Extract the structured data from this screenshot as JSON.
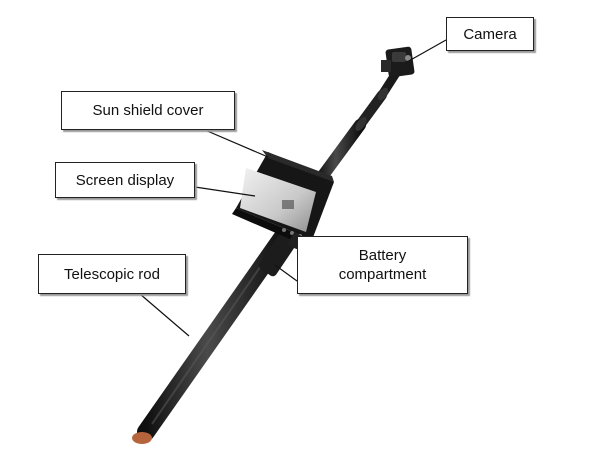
{
  "labels": {
    "camera": "Camera",
    "sun_shield": "Sun shield cover",
    "screen": "Screen display",
    "battery": "Battery\ncompartment",
    "rod": "Telescopic rod"
  },
  "colors": {
    "device_body": "#2b2b2b",
    "device_dark": "#141414",
    "screen_glass": "#d9d9d9",
    "tip_accent": "#b5643c",
    "leader_line": "#111111",
    "callout_shadow": "#9a9a9a"
  }
}
